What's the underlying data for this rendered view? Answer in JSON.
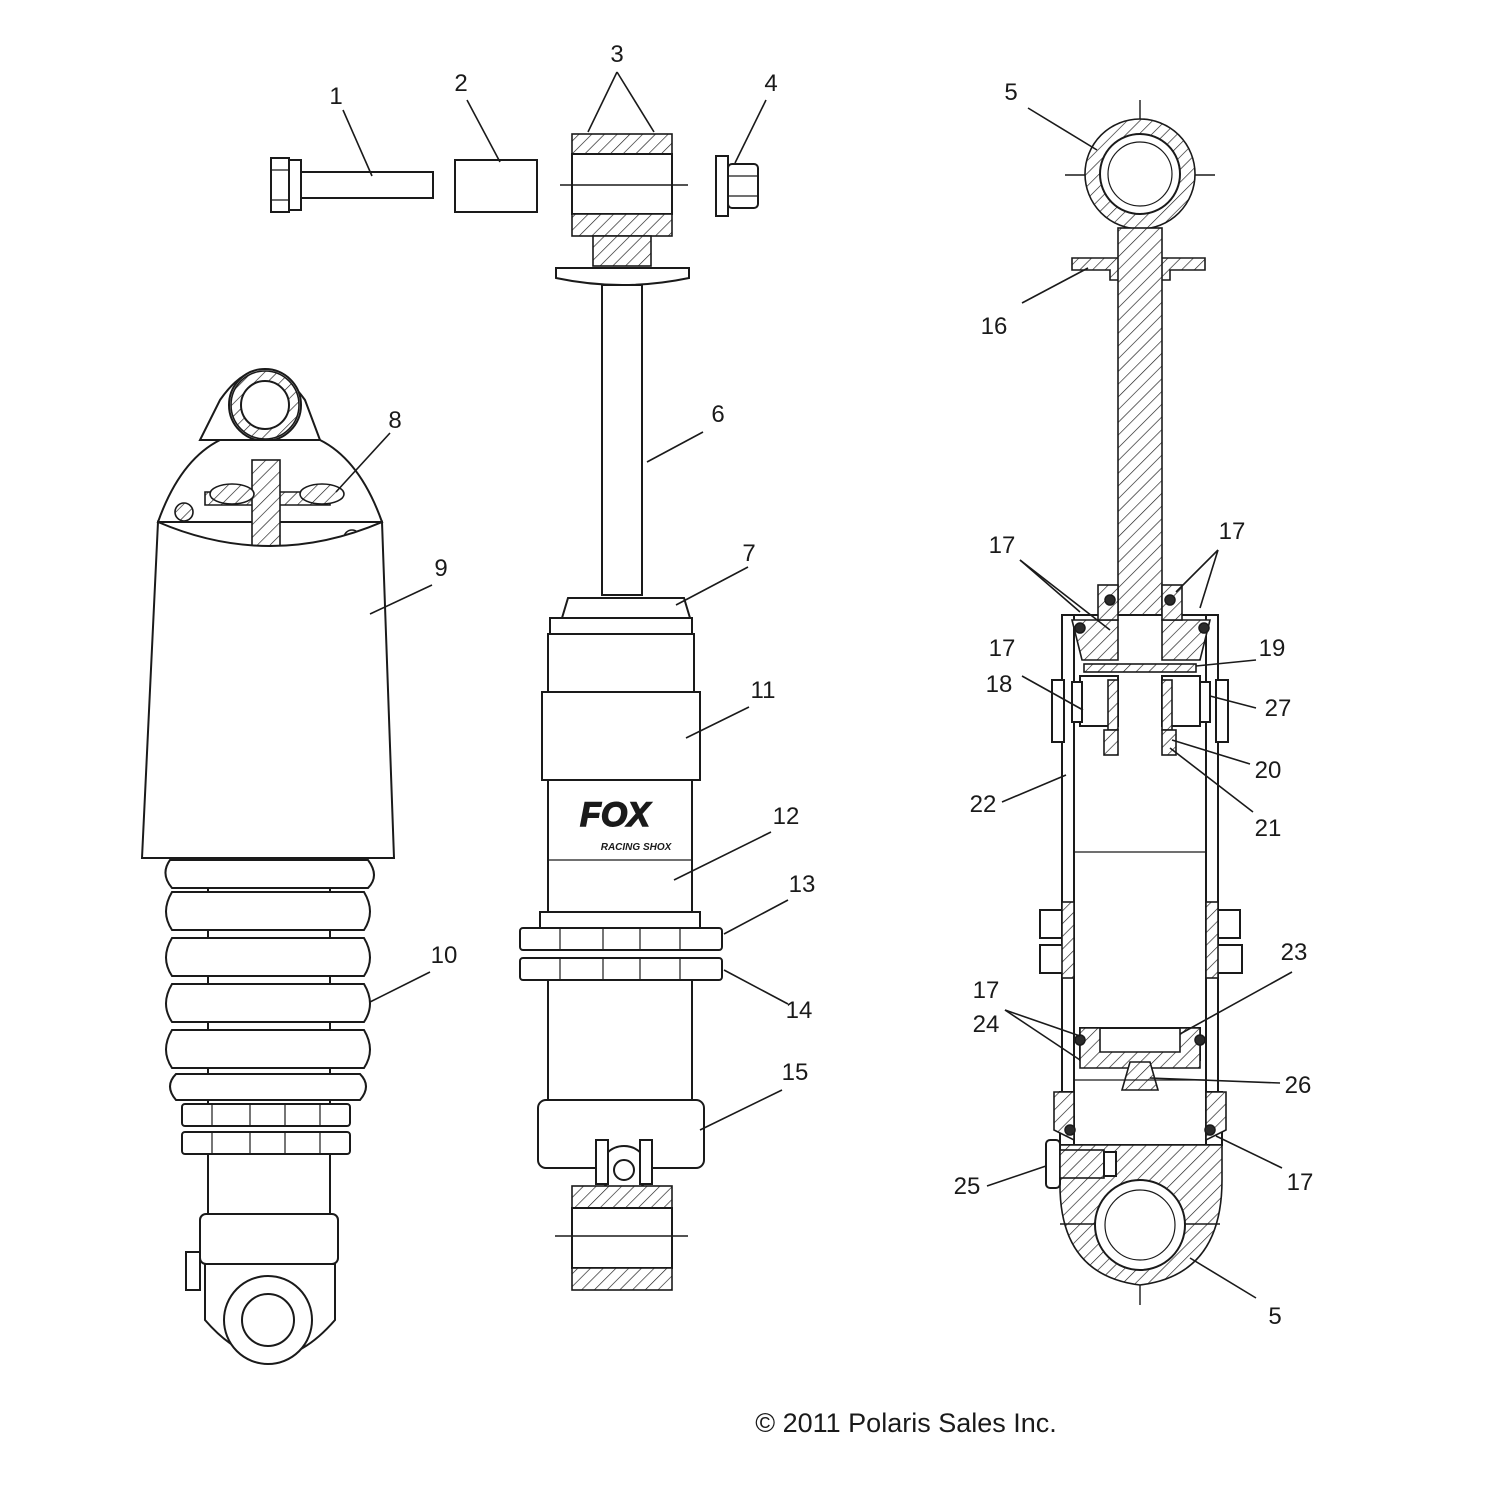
{
  "diagram": {
    "callouts": [
      {
        "id": "1",
        "label": "1"
      },
      {
        "id": "2",
        "label": "2"
      },
      {
        "id": "3",
        "label": "3"
      },
      {
        "id": "4",
        "label": "4"
      },
      {
        "id": "5a",
        "label": "5"
      },
      {
        "id": "5b",
        "label": "5"
      },
      {
        "id": "6",
        "label": "6"
      },
      {
        "id": "7",
        "label": "7"
      },
      {
        "id": "8",
        "label": "8"
      },
      {
        "id": "9",
        "label": "9"
      },
      {
        "id": "10",
        "label": "10"
      },
      {
        "id": "11",
        "label": "11"
      },
      {
        "id": "12",
        "label": "12"
      },
      {
        "id": "13",
        "label": "13"
      },
      {
        "id": "14",
        "label": "14"
      },
      {
        "id": "15",
        "label": "15"
      },
      {
        "id": "16",
        "label": "16"
      },
      {
        "id": "17a",
        "label": "17"
      },
      {
        "id": "17b",
        "label": "17"
      },
      {
        "id": "17c",
        "label": "17"
      },
      {
        "id": "17d",
        "label": "17"
      },
      {
        "id": "17e",
        "label": "17"
      },
      {
        "id": "18",
        "label": "18"
      },
      {
        "id": "19",
        "label": "19"
      },
      {
        "id": "20",
        "label": "20"
      },
      {
        "id": "21",
        "label": "21"
      },
      {
        "id": "22",
        "label": "22"
      },
      {
        "id": "23",
        "label": "23"
      },
      {
        "id": "24",
        "label": "24"
      },
      {
        "id": "25",
        "label": "25"
      },
      {
        "id": "26",
        "label": "26"
      },
      {
        "id": "27",
        "label": "27"
      }
    ],
    "logo_text": "FOX",
    "logo_subtext": "RACING SHOX",
    "copyright": "© 2011 Polaris Sales Inc."
  }
}
